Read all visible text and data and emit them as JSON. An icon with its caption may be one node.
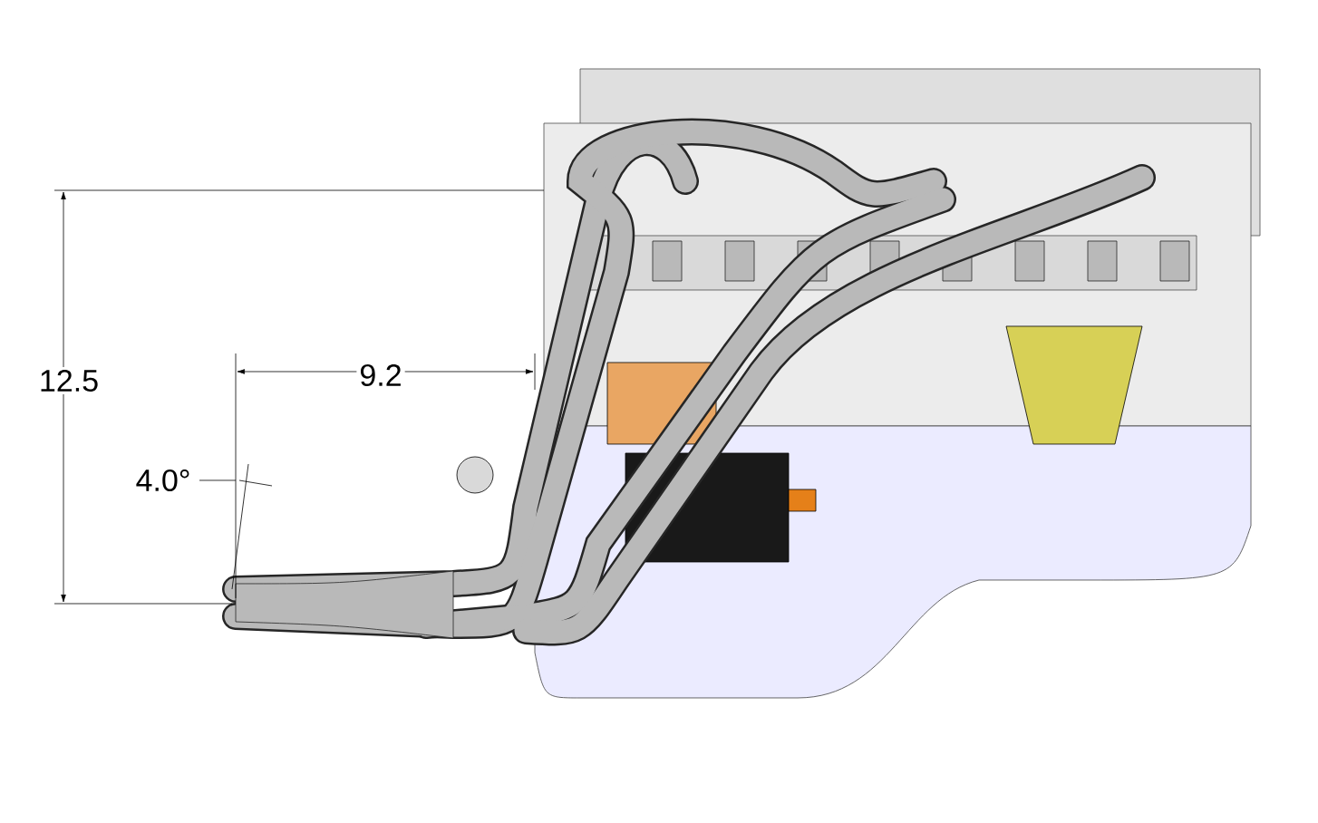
{
  "diagram": {
    "labels": [
      "12.5",
      "9.2",
      "4.0°"
    ]
  }
}
